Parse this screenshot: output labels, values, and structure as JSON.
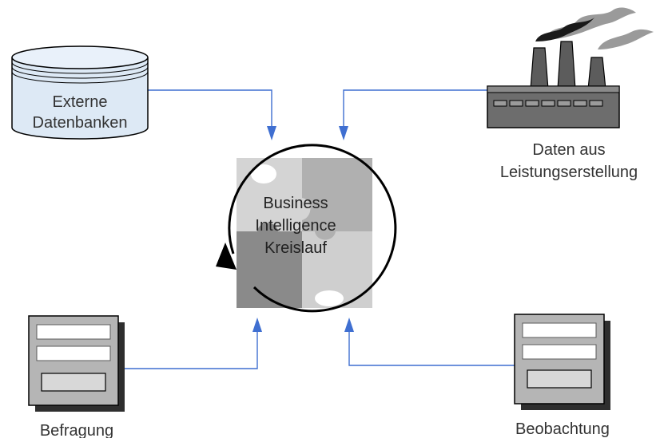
{
  "sources": {
    "externe": {
      "line1": "Externe",
      "line2": "Datenbanken"
    },
    "leistung": {
      "line1": "Daten aus",
      "line2": "Leistungserstellung"
    },
    "befragung": {
      "label": "Befragung"
    },
    "beobachtung": {
      "label": "Beobachtung"
    }
  },
  "center": {
    "line1": "Business",
    "line2": "Intelligence",
    "line3": "Kreislauf"
  },
  "colors": {
    "connector": "#3f6fd1",
    "cylinder": "#dde9f5",
    "factory": "#6d6d6d",
    "form": "#b5b5b5",
    "puzzle_light": "#cfcfcf",
    "puzzle_dark": "#8a8a8a"
  }
}
